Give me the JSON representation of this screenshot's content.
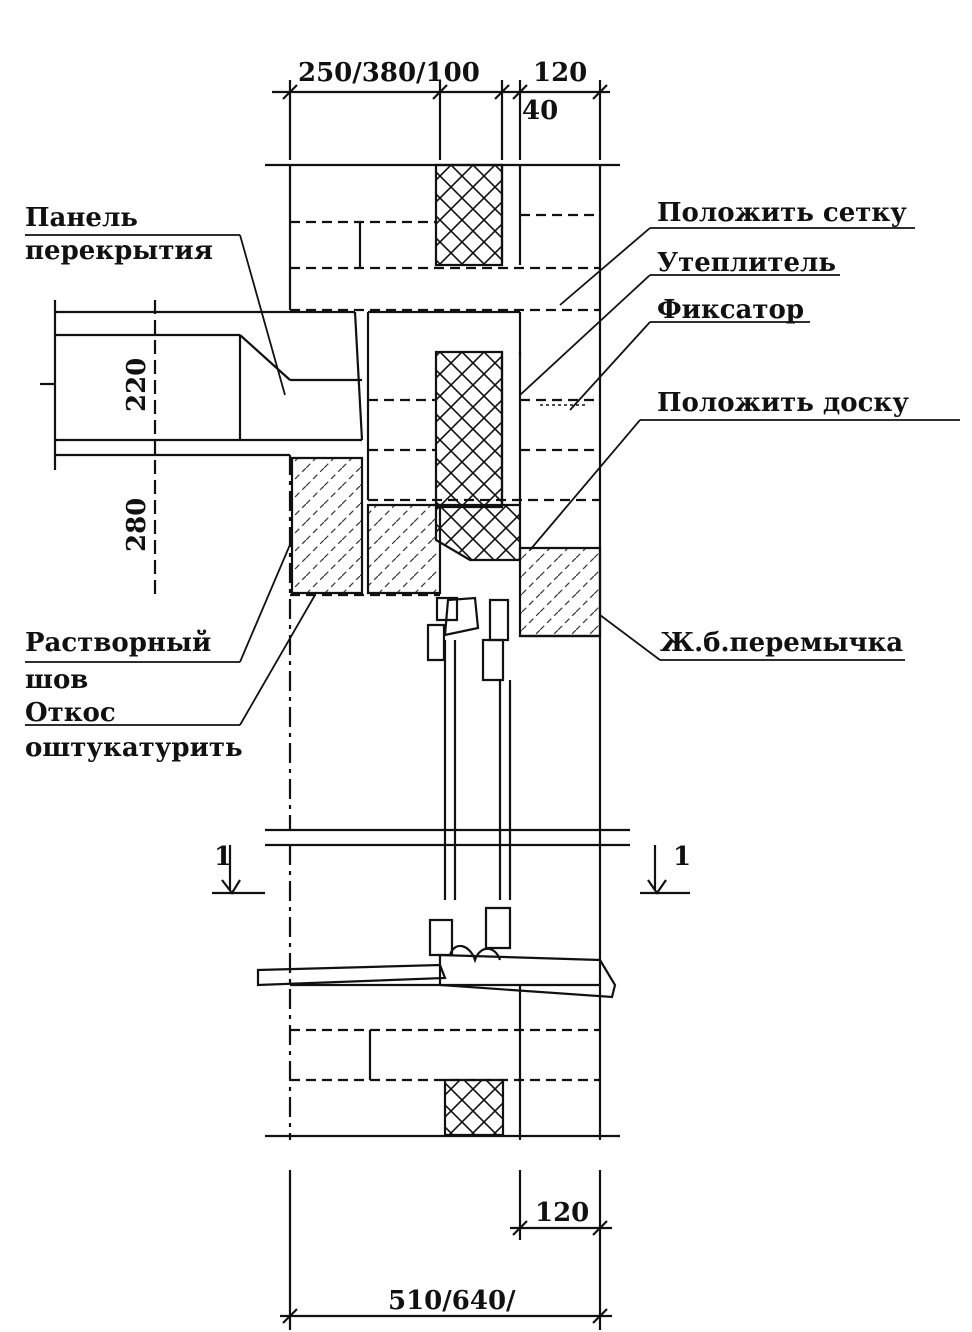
{
  "dimensions": {
    "top_main": "250/380/100",
    "top_right": "120",
    "top_gap": "40",
    "left_upper": "220",
    "left_lower": "280",
    "bottom_right": "120",
    "bottom_total": "510/640/"
  },
  "labels": {
    "floor_panel_line1": "Панель",
    "floor_panel_line2": "перекрытия",
    "mesh": "Положить сетку",
    "insulation": "Утеплитель",
    "fixator": "Фиксатор",
    "board": "Положить доску",
    "mortar_joint_line1": "Растворный",
    "mortar_joint_line2": "шов",
    "reveal_line1": "Откос",
    "reveal_line2": "оштукатурить",
    "lintel": "Ж.б.перемычка"
  },
  "section_marks": {
    "left": "1",
    "right": "1"
  }
}
